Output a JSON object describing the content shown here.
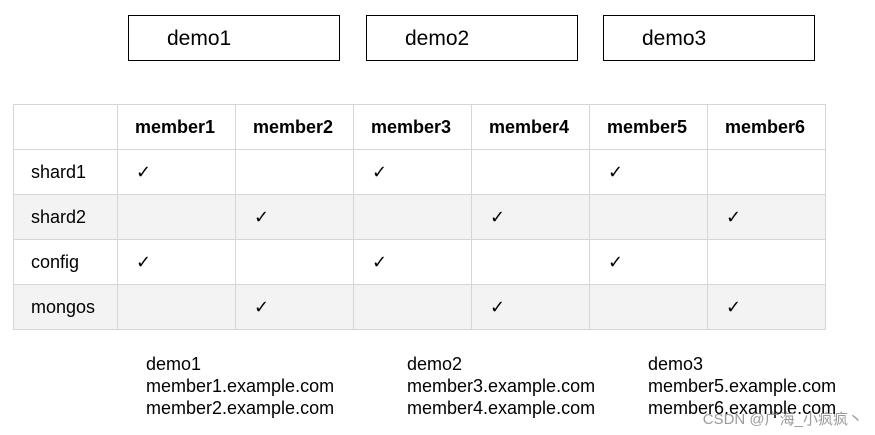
{
  "servers": [
    "demo1",
    "demo2",
    "demo3"
  ],
  "table": {
    "corner": "",
    "columns": [
      "member1",
      "member2",
      "member3",
      "member4",
      "member5",
      "member6"
    ],
    "check_glyph": "✓",
    "rows": [
      {
        "label": "shard1",
        "cells": [
          true,
          false,
          true,
          false,
          true,
          false
        ]
      },
      {
        "label": "shard2",
        "cells": [
          false,
          true,
          false,
          true,
          false,
          true
        ]
      },
      {
        "label": "config",
        "cells": [
          true,
          false,
          true,
          false,
          true,
          false
        ]
      },
      {
        "label": "mongos",
        "cells": [
          false,
          true,
          false,
          true,
          false,
          true
        ]
      }
    ]
  },
  "hosts": [
    {
      "server": "demo1",
      "members": [
        "member1.example.com",
        "member2.example.com"
      ]
    },
    {
      "server": "demo2",
      "members": [
        "member3.example.com",
        "member4.example.com"
      ]
    },
    {
      "server": "demo3",
      "members": [
        "member5.example.com",
        "member6.example.com"
      ]
    }
  ],
  "watermark": "CSDN @广海_小疯疯丶"
}
